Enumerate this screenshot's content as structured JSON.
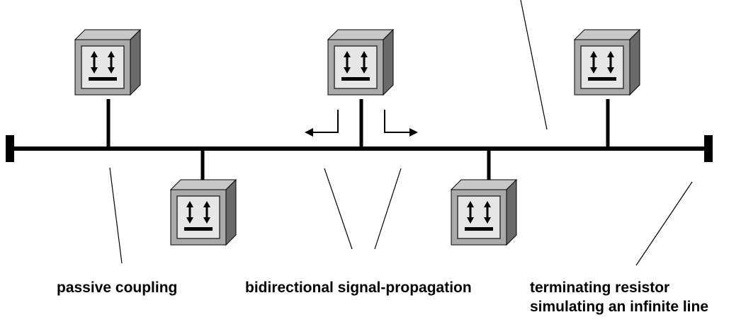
{
  "labels": {
    "passive_coupling": "passive coupling",
    "bidirectional": "bidirectional signal-propagation",
    "terminating_line1": "terminating resistor",
    "terminating_line2": "simulating an infinite line"
  },
  "colors": {
    "line": "#000000",
    "box_front": "#aaaaaa",
    "box_top": "#c8c8c8",
    "box_side": "#6a6a6a",
    "inner_panel": "#e6e6e6"
  }
}
